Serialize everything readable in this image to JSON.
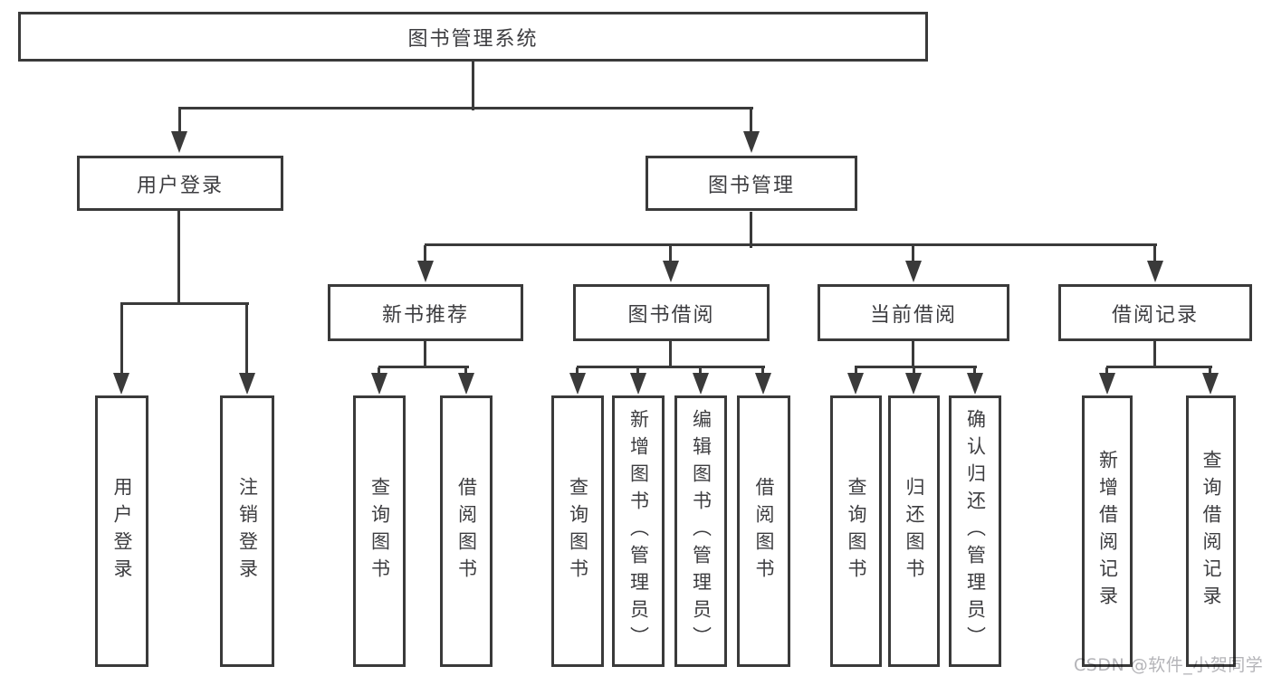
{
  "diagram": {
    "type": "hierarchy-tree",
    "title": "图书管理系统",
    "levels": 4,
    "line_style": "solid dark-gray lines with filled downward arrowheads",
    "leaf_text_orientation": "vertical"
  },
  "tree": {
    "root": {
      "label": "图书管理系统",
      "children": [
        {
          "label": "用户登录",
          "children": [
            {
              "label": "用户登录"
            },
            {
              "label": "注销登录"
            }
          ]
        },
        {
          "label": "图书管理",
          "children": [
            {
              "label": "新书推荐",
              "children": [
                {
                  "label": "查询图书"
                },
                {
                  "label": "借阅图书"
                }
              ]
            },
            {
              "label": "图书借阅",
              "children": [
                {
                  "label": "查询图书"
                },
                {
                  "label": "新增图书（管理员）"
                },
                {
                  "label": "编辑图书（管理员）"
                },
                {
                  "label": "借阅图书"
                }
              ]
            },
            {
              "label": "当前借阅",
              "children": [
                {
                  "label": "查询图书"
                },
                {
                  "label": "归还图书"
                },
                {
                  "label": "确认归还（管理员）"
                }
              ]
            },
            {
              "label": "借阅记录",
              "children": [
                {
                  "label": "新增借阅记录"
                },
                {
                  "label": "查询借阅记录"
                }
              ]
            }
          ]
        }
      ]
    }
  },
  "watermark": {
    "text": "CSDN @软件_小贺同学",
    "color": "#b4b4b8"
  },
  "colors": {
    "background": "#ffffff",
    "line": "#3a3a3a",
    "box_border": "#3a3a3a",
    "text": "#3d3d40"
  }
}
